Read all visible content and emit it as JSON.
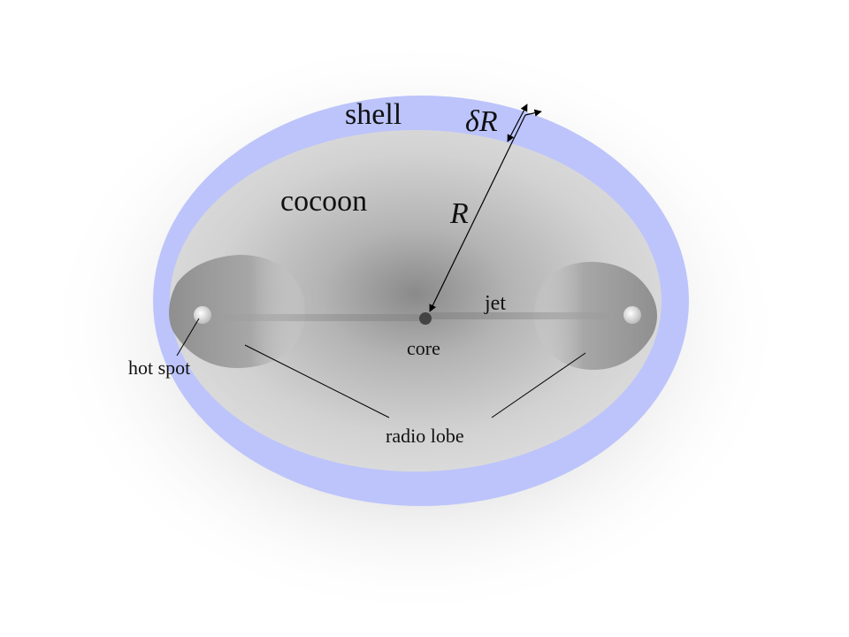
{
  "labels": {
    "shell": "shell",
    "cocoon": "cocoon",
    "jet": "jet",
    "core": "core",
    "hot_spot": "hot spot",
    "radio_lobe": "radio lobe",
    "radius": "R",
    "shell_thickness_delta": "δ",
    "shell_thickness_r": "R"
  },
  "colors": {
    "shell": "#bcc4fb",
    "cocoon": "#d7d7d7",
    "lobe": "#a9a9a9",
    "core": "#444444",
    "halo": "#e6e6e6"
  }
}
